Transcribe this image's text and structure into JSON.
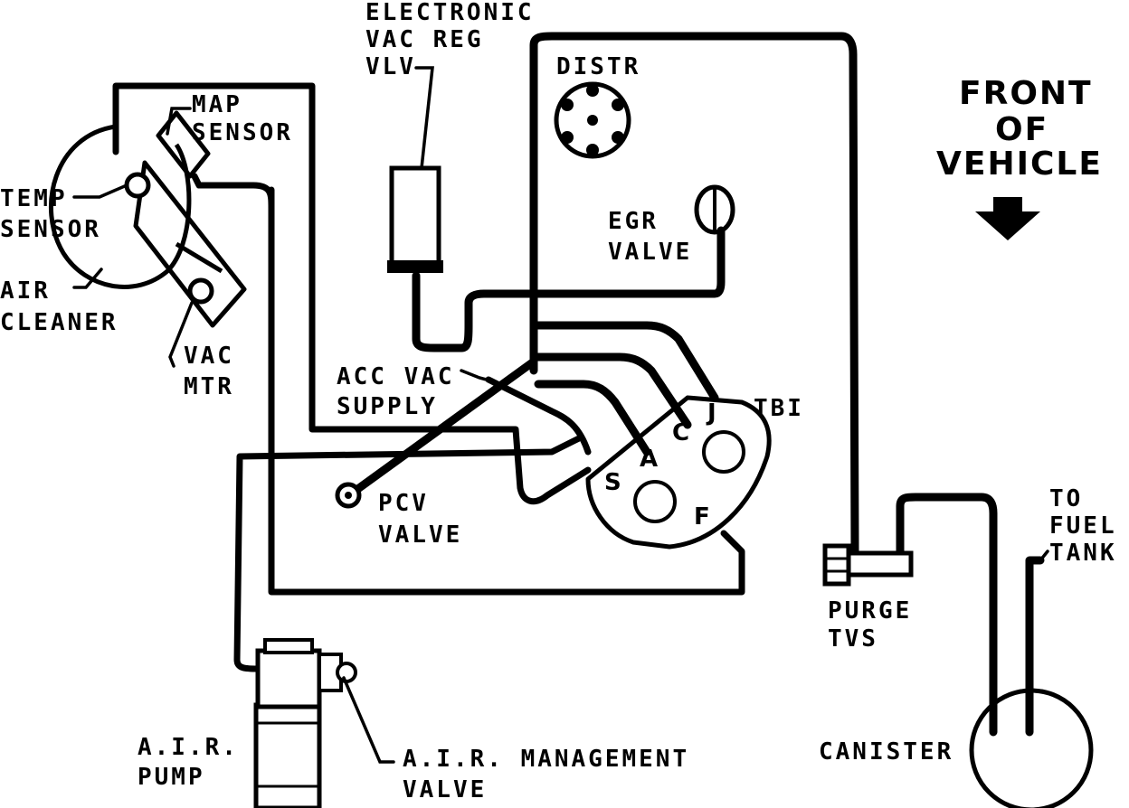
{
  "labels": {
    "electronic_vac_reg_1": "ELECTRONIC",
    "electronic_vac_reg_2": "VAC REG",
    "electronic_vac_reg_3": "VLV",
    "distr": "DISTR",
    "front_1": "FRONT",
    "front_2": "OF",
    "front_3": "VEHICLE",
    "map_sensor_1": "MAP",
    "map_sensor_2": "SENSOR",
    "temp_sensor_1": "TEMP",
    "temp_sensor_2": "SENSOR",
    "air_cleaner_1": "AIR",
    "air_cleaner_2": "CLEANER",
    "vac_mtr_1": "VAC",
    "vac_mtr_2": "MTR",
    "egr_valve_1": "EGR",
    "egr_valve_2": "VALVE",
    "acc_vac_supply_1": "ACC VAC",
    "acc_vac_supply_2": "SUPPLY",
    "tbi": "TBI",
    "pcv_valve_1": "PCV",
    "pcv_valve_2": "VALVE",
    "purge_tvs_1": "PURGE",
    "purge_tvs_2": "TVS",
    "to_fuel_tank_1": "TO",
    "to_fuel_tank_2": "FUEL",
    "to_fuel_tank_3": "TANK",
    "air_pump_1": "A.I.R.",
    "air_pump_2": "PUMP",
    "air_mgmt_valve_1": "A.I.R. MANAGEMENT",
    "air_mgmt_valve_2": "VALVE",
    "canister": "CANISTER"
  },
  "tbi_ports": {
    "j": "J",
    "c": "C",
    "a": "A",
    "s": "S",
    "f": "F"
  },
  "colors": {
    "line": "#000000",
    "background": "#ffffff"
  }
}
